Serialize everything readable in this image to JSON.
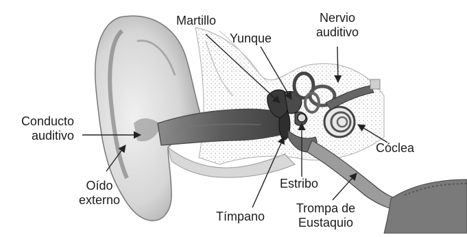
{
  "labels": {
    "martillo": "Martillo",
    "yunque": "Yunque",
    "nervio": [
      "Nervio",
      "auditivo"
    ],
    "conducto": [
      "Conducto",
      "auditivo"
    ],
    "coclea": "Cóclea",
    "oido_externo": [
      "Oído",
      "externo"
    ],
    "estribo": "Estribo",
    "timpano": "Tímpano",
    "trompa": [
      "Trompa de",
      "Eustaquio"
    ]
  },
  "colors": {
    "label_text": "#1b1b1b",
    "line": "#222222",
    "skin_light": "#e6e6e6",
    "skin_mid": "#bdbdbd",
    "skin_dark": "#5a5a5a",
    "bone_fill": "#f2f2f2"
  }
}
